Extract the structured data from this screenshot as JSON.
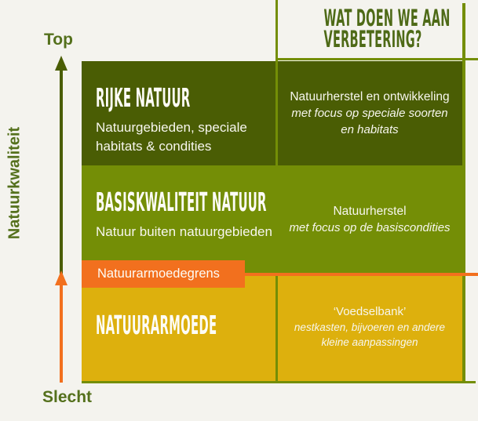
{
  "title": {
    "line1": "WAT DOEN WE AAN",
    "line2": "VERBETERING?"
  },
  "axis": {
    "label": "Natuurkwaliteit",
    "top_label": "Top",
    "bottom_label": "Slecht"
  },
  "rows": [
    {
      "id": "rijke-natuur",
      "title": "RIJKE NATUUR",
      "subtitle1": "Natuurgebieden, speciale",
      "subtitle2": "habitats & condities",
      "action": "Natuurherstel en ontwikkeling",
      "action_detail1": "met focus op speciale soorten",
      "action_detail2": "en habitats"
    },
    {
      "id": "basiskwaliteit-natuur",
      "title": "BASISKWALITEIT NATUUR",
      "subtitle1": "Natuur buiten natuurgebieden",
      "action": "Natuurherstel",
      "action_detail1": "met focus op de basiscondities"
    },
    {
      "id": "natuurarmoede",
      "title": "NATUURARMOEDE",
      "action": "‘Voedselbank’",
      "action_detail1": "nestkasten, bijvoeren en andere",
      "action_detail2": "kleine aanpassingen"
    }
  ],
  "threshold": {
    "label": "Natuurarmoedegrens"
  },
  "colors": {
    "background": "#f4f3ee",
    "band_rich_green": "#4a5d04",
    "band_basic_green": "#748e06",
    "band_poverty_yellow": "#ddb00d",
    "threshold_orange": "#f2701e",
    "grid_line_green": "#748e06",
    "heading_text_green": "#4e6a17",
    "axis_text_green": "#54701c",
    "text_white": "#f7f6ee"
  }
}
